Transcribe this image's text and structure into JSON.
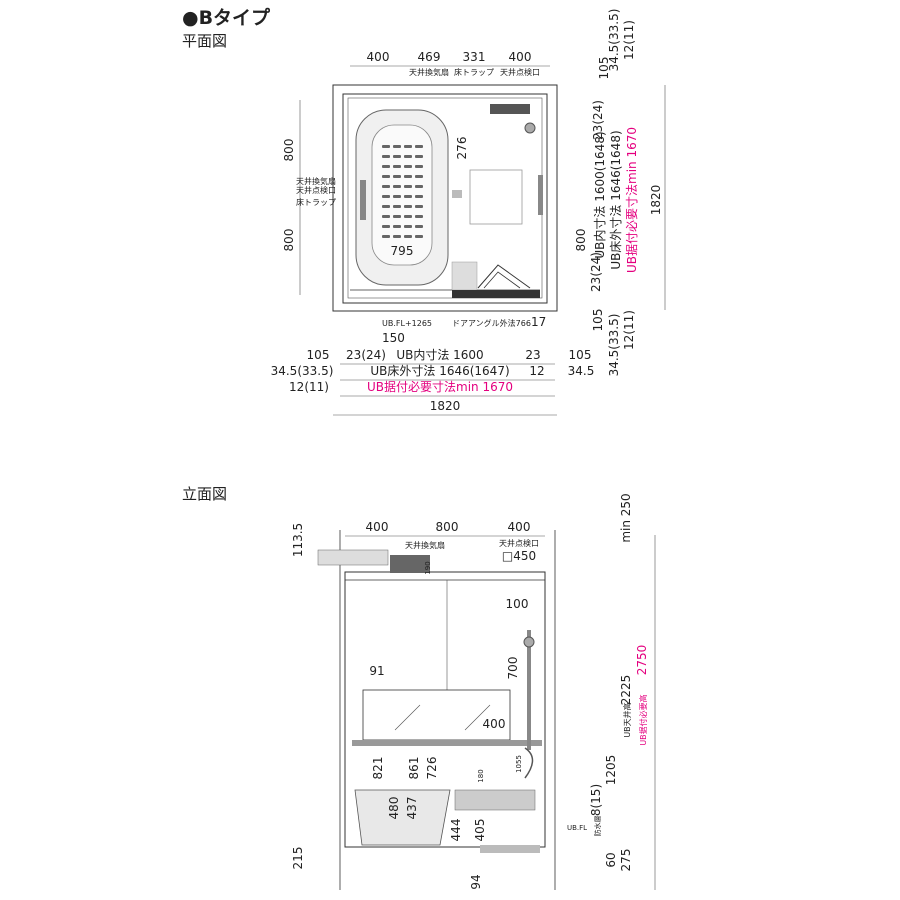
{
  "title": "●Bタイプ",
  "plan_label": "平面図",
  "elev_label": "立面図",
  "plan": {
    "top_dims": [
      "400",
      "469",
      "331",
      "400"
    ],
    "top_tags": [
      "天井換気扇",
      "床トラップ",
      "天井点検口"
    ],
    "right_top": [
      "105",
      "34.5(33.5)",
      "12(11)"
    ],
    "right_bot": [
      "105",
      "34.5(33.5)",
      "12(11)"
    ],
    "inner_right": [
      "23(24)",
      "800",
      "23(24)"
    ],
    "v_dims": [
      "UB内寸法 1600(1648)",
      "UB床外寸法 1646(1648)",
      "UB据付必要寸法min 1670",
      "1820"
    ],
    "left_dims": [
      "800",
      "800"
    ],
    "left_tags": [
      "天井換気扇",
      "天井点検口",
      "床トラップ"
    ],
    "inner": [
      "276",
      "795",
      "UB.FL+1265",
      "ドアアングル外法766",
      "17",
      "150"
    ],
    "bottom": {
      "r1": [
        "105",
        "23(24)",
        "UB内寸法 1600",
        "23",
        "105"
      ],
      "r2": [
        "34.5(33.5)",
        "UB床外寸法 1646(1647)",
        "12",
        "34.5"
      ],
      "r3": [
        "12(11)",
        "UB据付必要寸法min 1670"
      ],
      "r4": "1820"
    }
  },
  "elev": {
    "top_dims": [
      "400",
      "800",
      "400"
    ],
    "tags": [
      "天井換気扇",
      "天井点検口",
      "□450"
    ],
    "left": [
      "113.5",
      "215"
    ],
    "right": [
      "min 250",
      "2225",
      "UB天井高",
      "2750",
      "UB据付必要高",
      "1205",
      "8(15)",
      "60",
      "275",
      "UB.FL",
      "防水層"
    ],
    "inner": [
      "190",
      "100",
      "700",
      "91",
      "400",
      "821",
      "861",
      "726",
      "180",
      "1055",
      "480",
      "437",
      "444",
      "405",
      "94"
    ]
  }
}
